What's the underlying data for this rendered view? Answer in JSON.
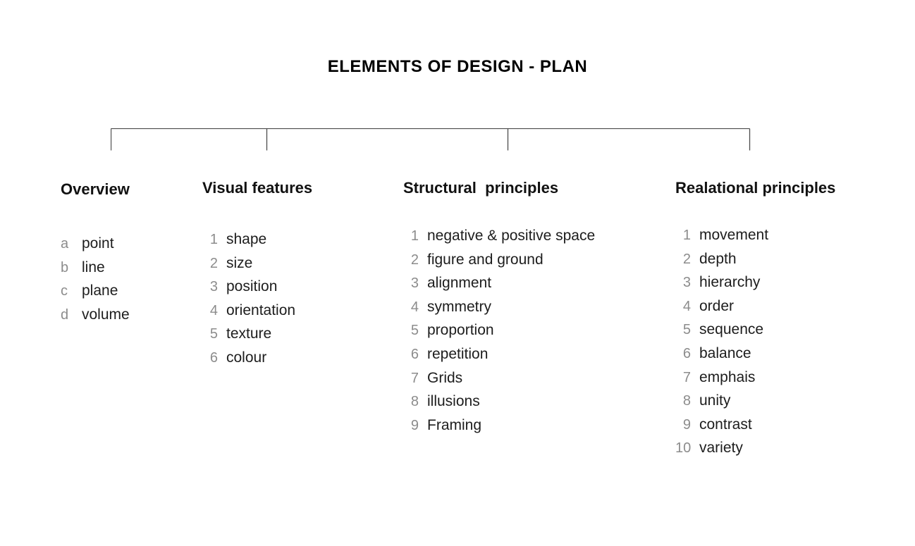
{
  "title": "ELEMENTS OF DESIGN - PLAN",
  "columns": [
    {
      "header": "Overview",
      "items": [
        {
          "n": "a",
          "text": "point"
        },
        {
          "n": "b",
          "text": "line"
        },
        {
          "n": "c",
          "text": "plane"
        },
        {
          "n": "d",
          "text": "volume"
        }
      ]
    },
    {
      "header": "Visual features",
      "items": [
        {
          "n": "1",
          "text": "shape"
        },
        {
          "n": "2",
          "text": "size"
        },
        {
          "n": "3",
          "text": "position"
        },
        {
          "n": "4",
          "text": "orientation"
        },
        {
          "n": "5",
          "text": "texture"
        },
        {
          "n": "6",
          "text": "colour"
        }
      ]
    },
    {
      "header": "Structural  principles",
      "items": [
        {
          "n": "1",
          "text": "negative & positive space"
        },
        {
          "n": "2",
          "text": "figure and ground"
        },
        {
          "n": "3",
          "text": "alignment"
        },
        {
          "n": "4",
          "text": "symmetry"
        },
        {
          "n": "5",
          "text": "proportion"
        },
        {
          "n": "6",
          "text": "repetition"
        },
        {
          "n": "7",
          "text": "Grids"
        },
        {
          "n": "8",
          "text": "illusions"
        },
        {
          "n": "9",
          "text": "Framing"
        }
      ]
    },
    {
      "header": "Realational principles",
      "items": [
        {
          "n": "1",
          "text": "movement"
        },
        {
          "n": "2",
          "text": "depth"
        },
        {
          "n": "3",
          "text": "hierarchy"
        },
        {
          "n": "4",
          "text": "order"
        },
        {
          "n": "5",
          "text": "sequence"
        },
        {
          "n": "6",
          "text": "balance"
        },
        {
          "n": "7",
          "text": "emphais"
        },
        {
          "n": "8",
          "text": "unity"
        },
        {
          "n": "9",
          "text": "contrast"
        },
        {
          "n": "10",
          "text": "variety"
        }
      ]
    }
  ],
  "colors": {
    "line": "#4d4d4d",
    "text": "#1d1d1d",
    "muted": "#8c8c8c",
    "title": "#000000"
  }
}
